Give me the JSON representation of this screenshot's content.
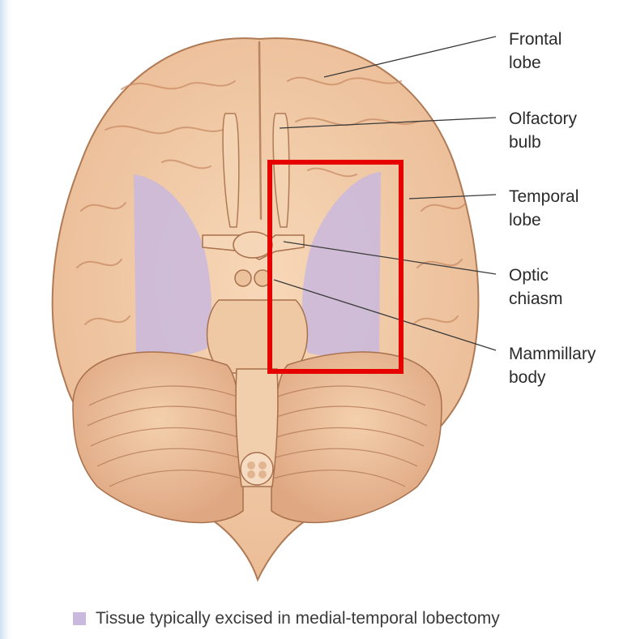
{
  "labels": [
    {
      "line1": "Frontal",
      "line2": "lobe"
    },
    {
      "line1": "Olfactory",
      "line2": "bulb"
    },
    {
      "line1": "Temporal",
      "line2": "lobe"
    },
    {
      "line1": "Optic",
      "line2": "chiasm"
    },
    {
      "line1": "Mammillary",
      "line2": "body"
    }
  ],
  "legend": {
    "text": "Tissue typically excised in medial-temporal lobectomy",
    "swatch_color": "#c9b9de"
  },
  "colors": {
    "tissue": "#f0c8a0",
    "excised": "#c9b9de",
    "highlight_box": "#e60000",
    "leader_line": "#3a3a3a"
  }
}
